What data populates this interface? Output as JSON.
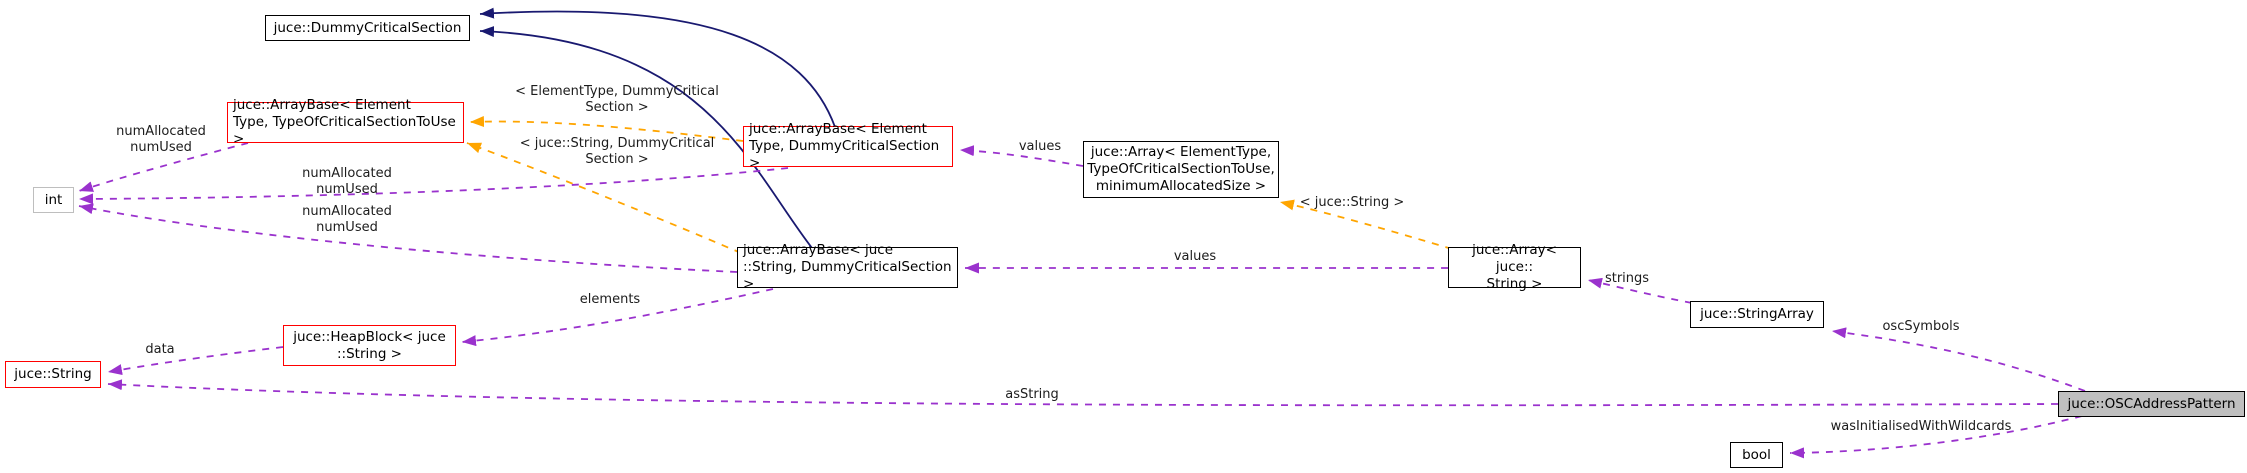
{
  "diagram": {
    "kind": "class collaboration graph",
    "colors": {
      "inheritance_edge": "#191970",
      "usage_edge": "#9a32cd",
      "template_edge": "#ffa500",
      "highlighted_node_fill": "#bfbfbf",
      "truncated_node_border": "#ff0000",
      "default_node_border": "#000000",
      "builtin_node_border": "#bebebe"
    }
  },
  "nodes": {
    "dummy_critical_section": {
      "label": "juce::DummyCriticalSection"
    },
    "arraybase_generic": {
      "label": "juce::ArrayBase< Element\nType, TypeOfCriticalSectionToUse >"
    },
    "int": {
      "label": "int"
    },
    "arraybase_element_dummy": {
      "label": "juce::ArrayBase< Element\nType, DummyCriticalSection >"
    },
    "array_generic": {
      "label": "juce::Array< ElementType,\nTypeOfCriticalSectionToUse,\nminimumAllocatedSize >"
    },
    "arraybase_string_dummy": {
      "label": "juce::ArrayBase< juce\n::String, DummyCriticalSection >"
    },
    "array_string": {
      "label": "juce::Array< juce::\nString >"
    },
    "string_array": {
      "label": "juce::StringArray"
    },
    "heapblock_string": {
      "label": "juce::HeapBlock< juce\n::String >"
    },
    "string": {
      "label": "juce::String"
    },
    "osc_address_pattern": {
      "label": "juce::OSCAddressPattern"
    },
    "bool": {
      "label": "bool"
    }
  },
  "edges": [
    {
      "from": "arraybase_element_dummy",
      "to": "dummy_critical_section",
      "style": "inheritance",
      "label": ""
    },
    {
      "from": "arraybase_string_dummy",
      "to": "dummy_critical_section",
      "style": "inheritance",
      "label": ""
    },
    {
      "from": "arraybase_element_dummy",
      "to": "arraybase_generic",
      "style": "template",
      "label": "< ElementType, DummyCritical\nSection >"
    },
    {
      "from": "arraybase_string_dummy",
      "to": "arraybase_generic",
      "style": "template",
      "label": "< juce::String, DummyCritical\nSection >"
    },
    {
      "from": "array_string",
      "to": "array_generic",
      "style": "template",
      "label": "< juce::String >"
    },
    {
      "from": "arraybase_generic",
      "to": "int",
      "style": "usage",
      "label": "numAllocated\nnumUsed"
    },
    {
      "from": "arraybase_element_dummy",
      "to": "int",
      "style": "usage",
      "label": "numAllocated\nnumUsed"
    },
    {
      "from": "arraybase_string_dummy",
      "to": "int",
      "style": "usage",
      "label": "numAllocated\nnumUsed"
    },
    {
      "from": "array_generic",
      "to": "arraybase_element_dummy",
      "style": "usage",
      "label": "values"
    },
    {
      "from": "array_string",
      "to": "arraybase_string_dummy",
      "style": "usage",
      "label": "values"
    },
    {
      "from": "string_array",
      "to": "array_string",
      "style": "usage",
      "label": "strings"
    },
    {
      "from": "osc_address_pattern",
      "to": "string_array",
      "style": "usage",
      "label": "oscSymbols"
    },
    {
      "from": "arraybase_string_dummy",
      "to": "heapblock_string",
      "style": "usage",
      "label": "elements"
    },
    {
      "from": "heapblock_string",
      "to": "string",
      "style": "usage",
      "label": "data"
    },
    {
      "from": "osc_address_pattern",
      "to": "string",
      "style": "usage",
      "label": "asString"
    },
    {
      "from": "osc_address_pattern",
      "to": "bool",
      "style": "usage",
      "label": "wasInitialisedWithWildcards"
    }
  ]
}
